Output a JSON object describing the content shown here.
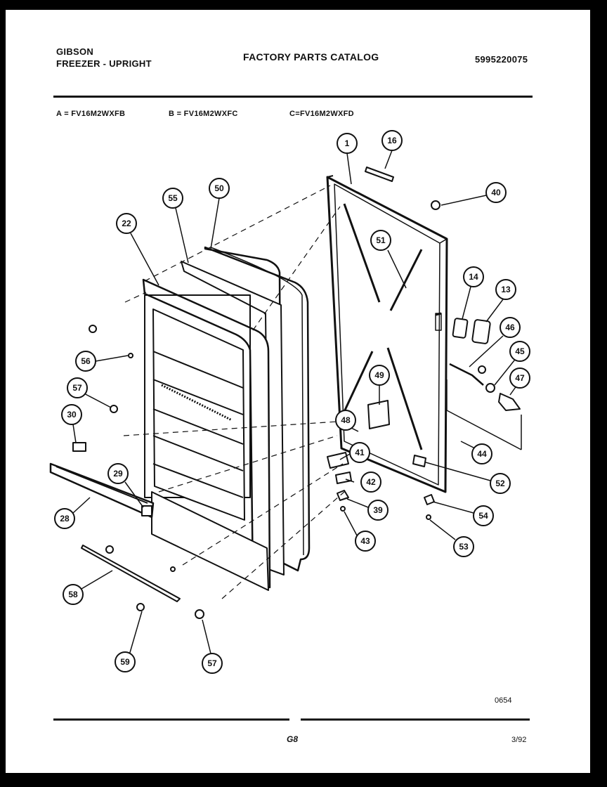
{
  "header": {
    "brand": "GIBSON",
    "product": "FREEZER - UPRIGHT",
    "catalog_title": "FACTORY PARTS CATALOG",
    "catalog_number": "5995220075"
  },
  "models": {
    "a": "A = FV16M2WXFB",
    "b": "B = FV16M2WXFC",
    "c": "C=FV16M2WXFD"
  },
  "callouts": [
    {
      "id": "c1",
      "num": "1"
    },
    {
      "id": "c16",
      "num": "16"
    },
    {
      "id": "c40",
      "num": "40"
    },
    {
      "id": "c50",
      "num": "50"
    },
    {
      "id": "c55",
      "num": "55"
    },
    {
      "id": "c22",
      "num": "22"
    },
    {
      "id": "c51",
      "num": "51"
    },
    {
      "id": "c14",
      "num": "14"
    },
    {
      "id": "c13",
      "num": "13"
    },
    {
      "id": "c46",
      "num": "46"
    },
    {
      "id": "c45",
      "num": "45"
    },
    {
      "id": "c47",
      "num": "47"
    },
    {
      "id": "c49",
      "num": "49"
    },
    {
      "id": "c48",
      "num": "48"
    },
    {
      "id": "c56",
      "num": "56"
    },
    {
      "id": "c57a",
      "num": "57"
    },
    {
      "id": "c30",
      "num": "30"
    },
    {
      "id": "c41",
      "num": "41"
    },
    {
      "id": "c44",
      "num": "44"
    },
    {
      "id": "c42",
      "num": "42"
    },
    {
      "id": "c52",
      "num": "52"
    },
    {
      "id": "c29",
      "num": "29"
    },
    {
      "id": "c28",
      "num": "28"
    },
    {
      "id": "c39",
      "num": "39"
    },
    {
      "id": "c54",
      "num": "54"
    },
    {
      "id": "c43",
      "num": "43"
    },
    {
      "id": "c53",
      "num": "53"
    },
    {
      "id": "c58",
      "num": "58"
    },
    {
      "id": "c59",
      "num": "59"
    },
    {
      "id": "c57b",
      "num": "57"
    }
  ],
  "footer": {
    "figure_code": "0654",
    "page_mark": "G8",
    "date": "3/92"
  }
}
